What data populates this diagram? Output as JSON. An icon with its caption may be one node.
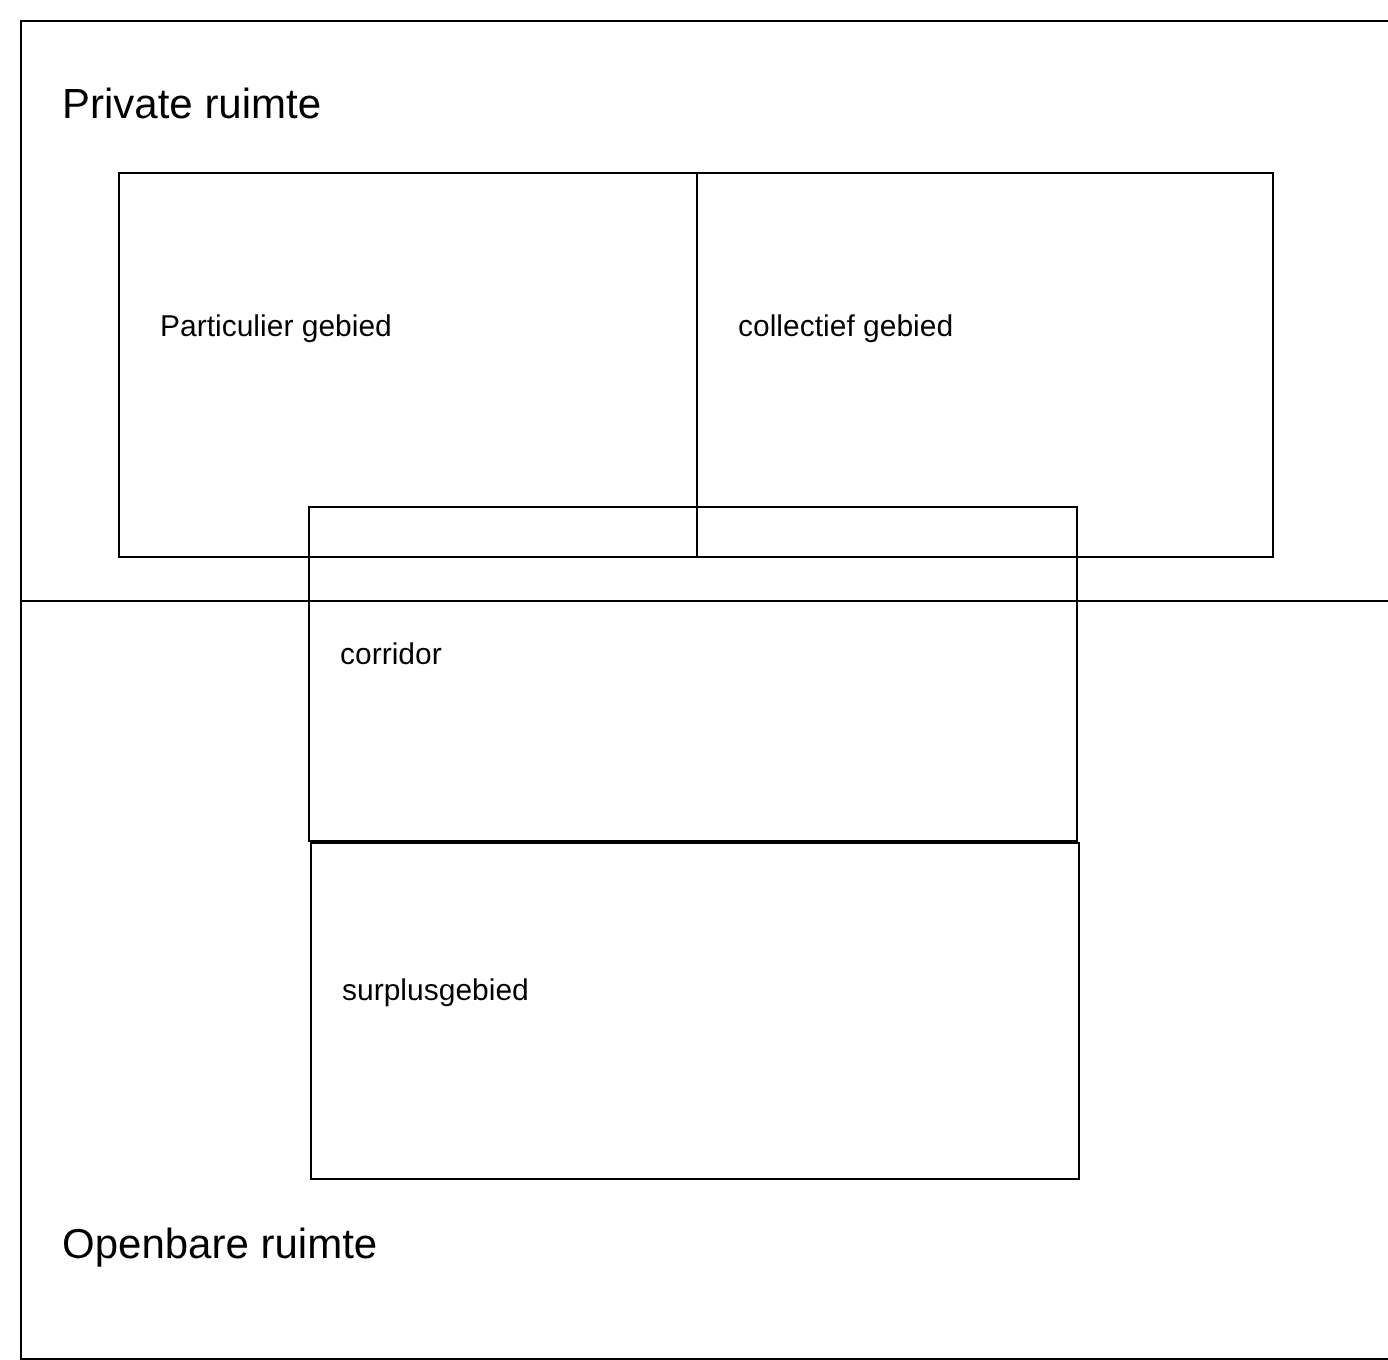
{
  "diagram": {
    "nodes": [
      {
        "text": [
          "Private ruimte"
        ]
      },
      {
        "text": [
          "Particulier gebied"
        ],
        "in": 0
      },
      {
        "text": [
          "collectief gebied"
        ],
        "in": 0
      },
      {
        "text": [
          "Openbare ruimte"
        ]
      },
      {
        "text": [
          "corridor"
        ]
      },
      {
        "text": [
          "surplusgebied"
        ],
        "in": 3
      }
    ],
    "edges": []
  }
}
